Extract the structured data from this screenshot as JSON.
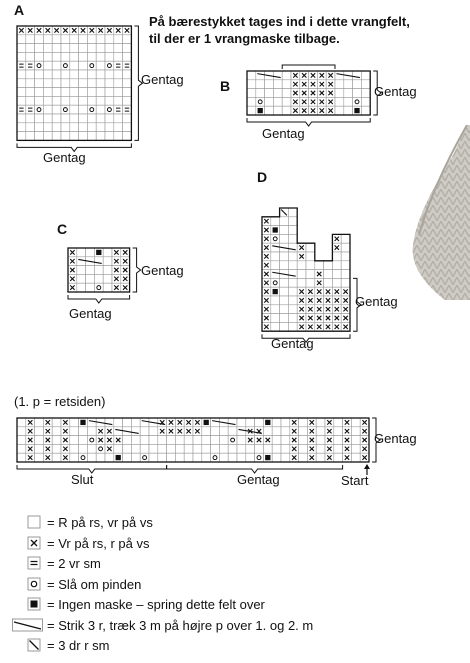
{
  "labels": {
    "A": "A",
    "B": "B",
    "C": "C",
    "D": "D",
    "note_line1": "På bærestykket tages ind i dette vrangfelt,",
    "note_line2": "til der er 1 vrangmaske tilbage.",
    "gentag": "Gentag",
    "row_note": "(1. p = retsiden)",
    "slut": "Slut",
    "start": "Start"
  },
  "legend": [
    {
      "symbol": "empty",
      "text": "= R på rs, vr på vs"
    },
    {
      "symbol": "x",
      "text": "= Vr på rs, r på vs"
    },
    {
      "symbol": "eq",
      "text": "= 2 vr sm"
    },
    {
      "symbol": "o",
      "text": "= Slå om pinden"
    },
    {
      "symbol": "sq",
      "text": "= Ingen maske – spring dette felt over"
    },
    {
      "symbol": "long",
      "text": "= Strik 3 r, træk 3 m på højre p over 1. og 2. m"
    },
    {
      "symbol": "diag",
      "text": "= 3 dr r sm"
    }
  ],
  "colors": {
    "grid": "#9a9a9a",
    "ink": "#111111",
    "photo": "#c9c6c0"
  }
}
